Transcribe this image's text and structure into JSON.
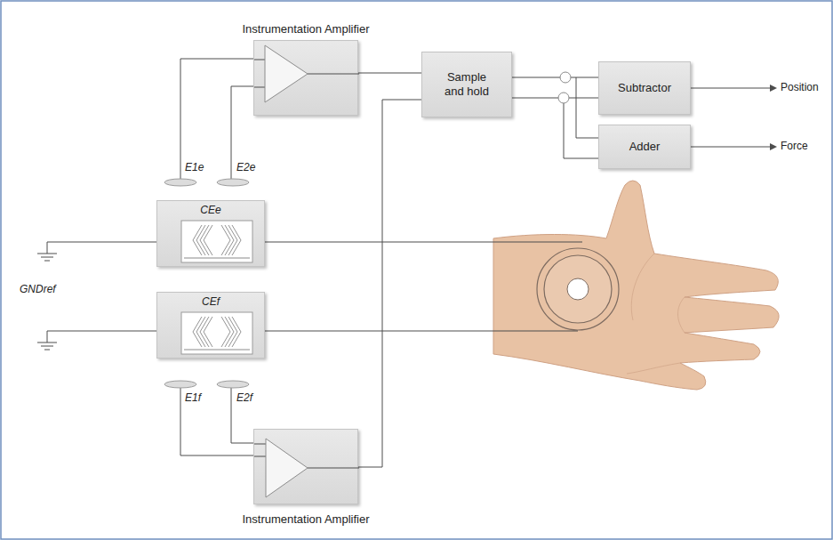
{
  "diagram": {
    "nodes": [
      {
        "text": [
          "Instrumentation Amplifier"
        ]
      },
      {
        "text": [
          "Sample and hold"
        ]
      },
      {
        "text": [
          "Subtractor"
        ]
      },
      {
        "text": [
          "Adder"
        ]
      },
      {
        "text": [
          "CEe"
        ]
      },
      {
        "text": [
          "CEf"
        ]
      },
      {
        "text": [
          "Instrumentation Amplifier"
        ]
      }
    ],
    "edges": [
      {
        "from": 0,
        "to": 1,
        "arrow": "none"
      },
      {
        "from": 6,
        "to": 1,
        "arrow": "none"
      },
      {
        "from": 1,
        "to": 2,
        "arrow": "none"
      },
      {
        "from": 1,
        "to": 3,
        "arrow": "none"
      }
    ],
    "labels": [
      "E1e",
      "E2e",
      "E1f",
      "E2f",
      "GNDref",
      "Position",
      "Force"
    ]
  }
}
